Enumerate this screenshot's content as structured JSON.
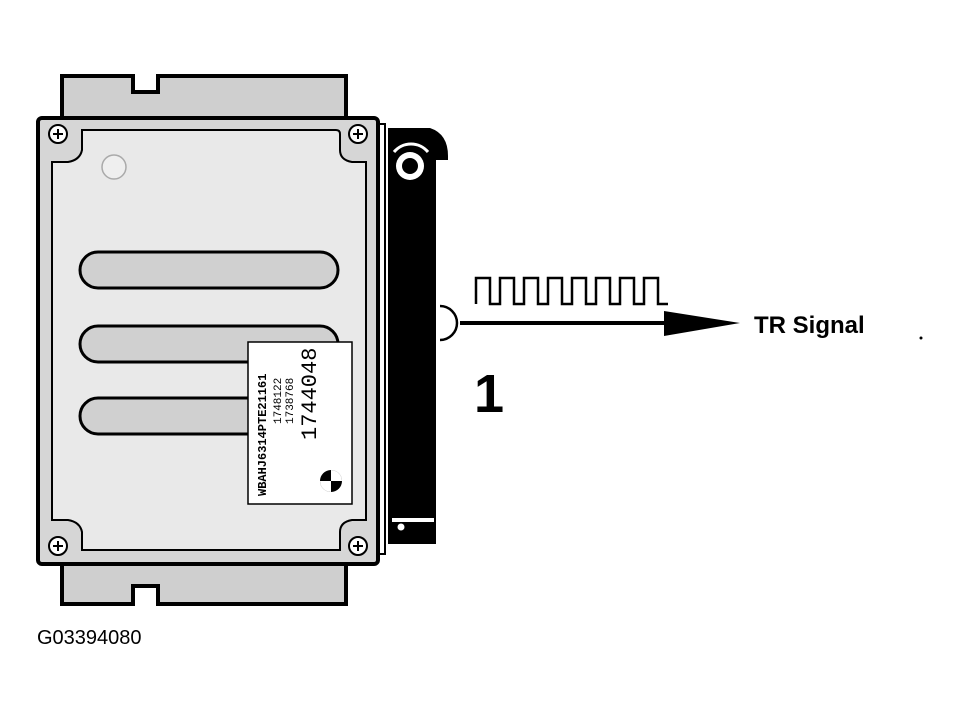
{
  "diagram": {
    "signal_label": "TR Signal",
    "callout_number": "1",
    "figure_code": "G03394080",
    "sticker": {
      "line1": "WBAHJ6314PTE21161",
      "line2": "1748122",
      "line3": "1738768",
      "line4": "1744048"
    },
    "colors": {
      "housing_fill": "#d6d6d6",
      "cover_fill": "#e9e9e9",
      "outline": "#000000",
      "connector_fill": "#000000"
    }
  }
}
